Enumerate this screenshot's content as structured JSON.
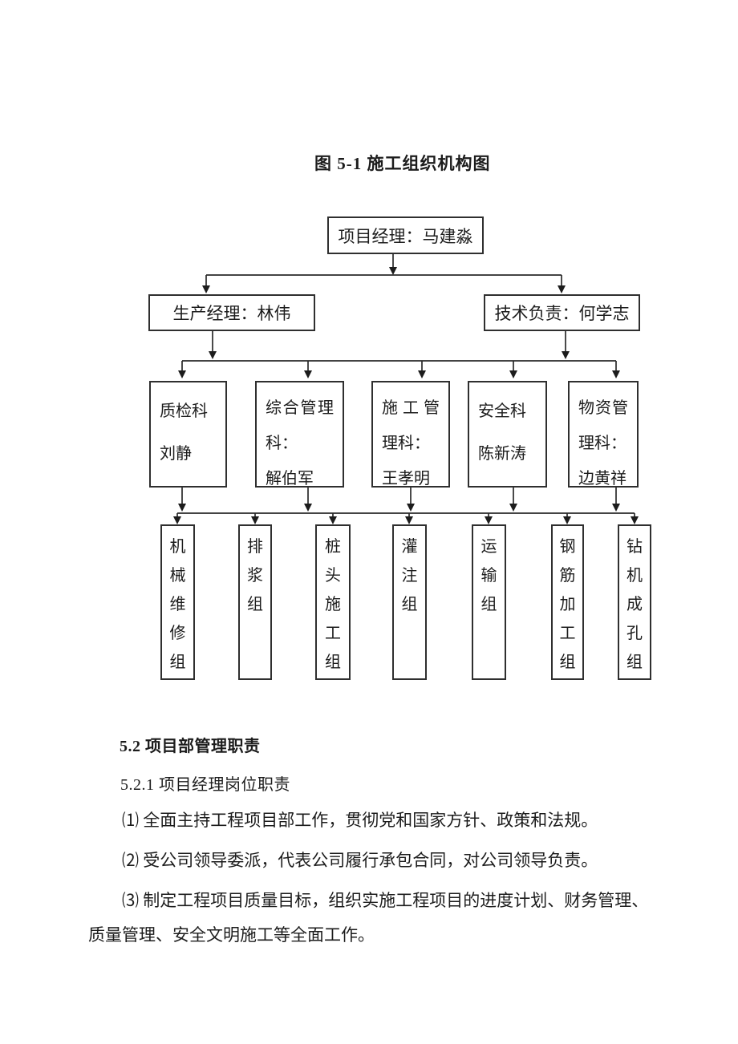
{
  "page": {
    "background": "#ffffff",
    "ink": "#1c1c1c"
  },
  "figure": {
    "title": "图 5-1 施工组织机构图",
    "chart": {
      "type": "org-chart",
      "root": {
        "label": "项目经理：马建淼"
      },
      "managers": [
        {
          "label": "生产经理：林伟"
        },
        {
          "label": "技术负责：何学志"
        }
      ],
      "departments": [
        {
          "lines": [
            "质检科",
            "刘静"
          ]
        },
        {
          "lines": [
            "综合管理",
            "科：",
            "解伯军"
          ]
        },
        {
          "lines": [
            "施工管",
            "理科：",
            "王孝明"
          ]
        },
        {
          "lines": [
            "安全科",
            "陈新涛"
          ]
        },
        {
          "lines": [
            "物资管",
            "理科：",
            "边黄祥"
          ]
        }
      ],
      "teams": [
        {
          "label": "机械维修组"
        },
        {
          "label": "排浆组"
        },
        {
          "label": "桩头施工组"
        },
        {
          "label": "灌注组"
        },
        {
          "label": "运输组"
        },
        {
          "label": "钢筋加工组"
        },
        {
          "label": "钻机成孔组"
        }
      ]
    }
  },
  "body": {
    "heading": "5.2 项目部管理职责",
    "subheading": "5.2.1 项目经理岗位职责",
    "paragraphs": [
      "⑴ 全面主持工程项目部工作，贯彻党和国家方针、政策和法规。",
      "⑵ 受公司领导委派，代表公司履行承包合同，对公司领导负责。",
      "⑶ 制定工程项目质量目标，组织实施工程项目的进度计划、财务管理、质量管理、安全文明施工等全面工作。"
    ]
  }
}
